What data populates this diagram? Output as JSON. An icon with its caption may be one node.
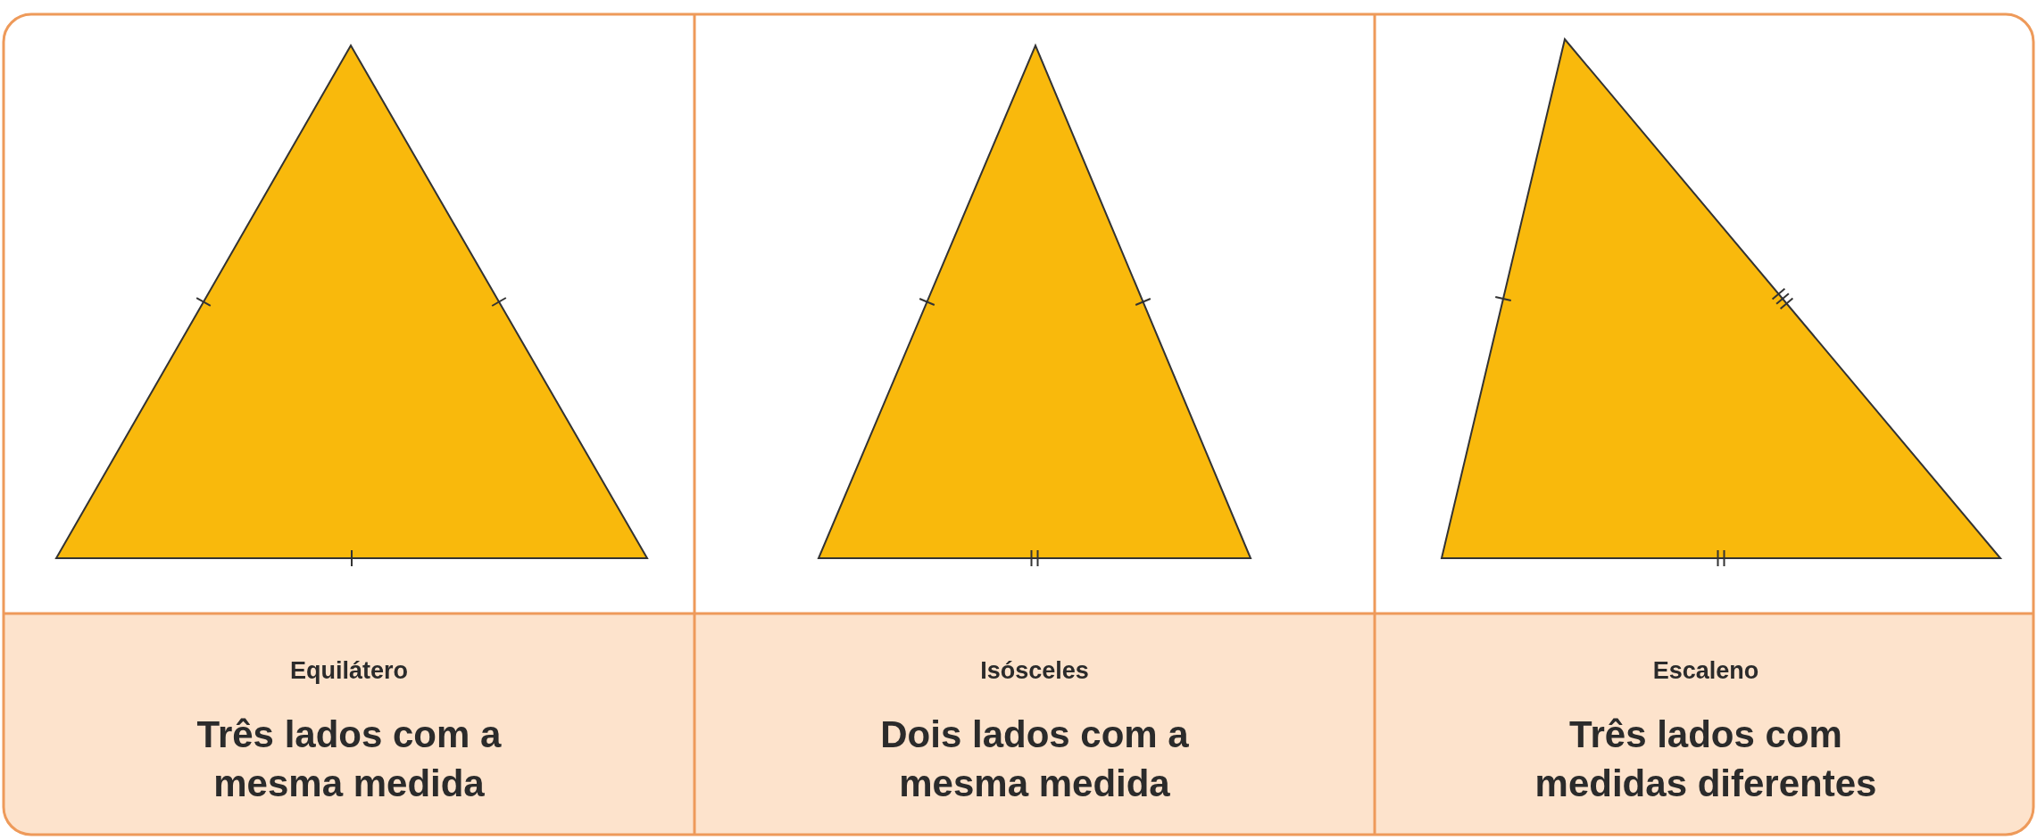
{
  "diagram": {
    "labels": [
      "Equilátero",
      "Isósceles",
      "Escaleno",
      "Três lados com a mesma medida",
      "Dois lados com a mesma medida",
      "Três lados com medidas diferentes"
    ]
  }
}
